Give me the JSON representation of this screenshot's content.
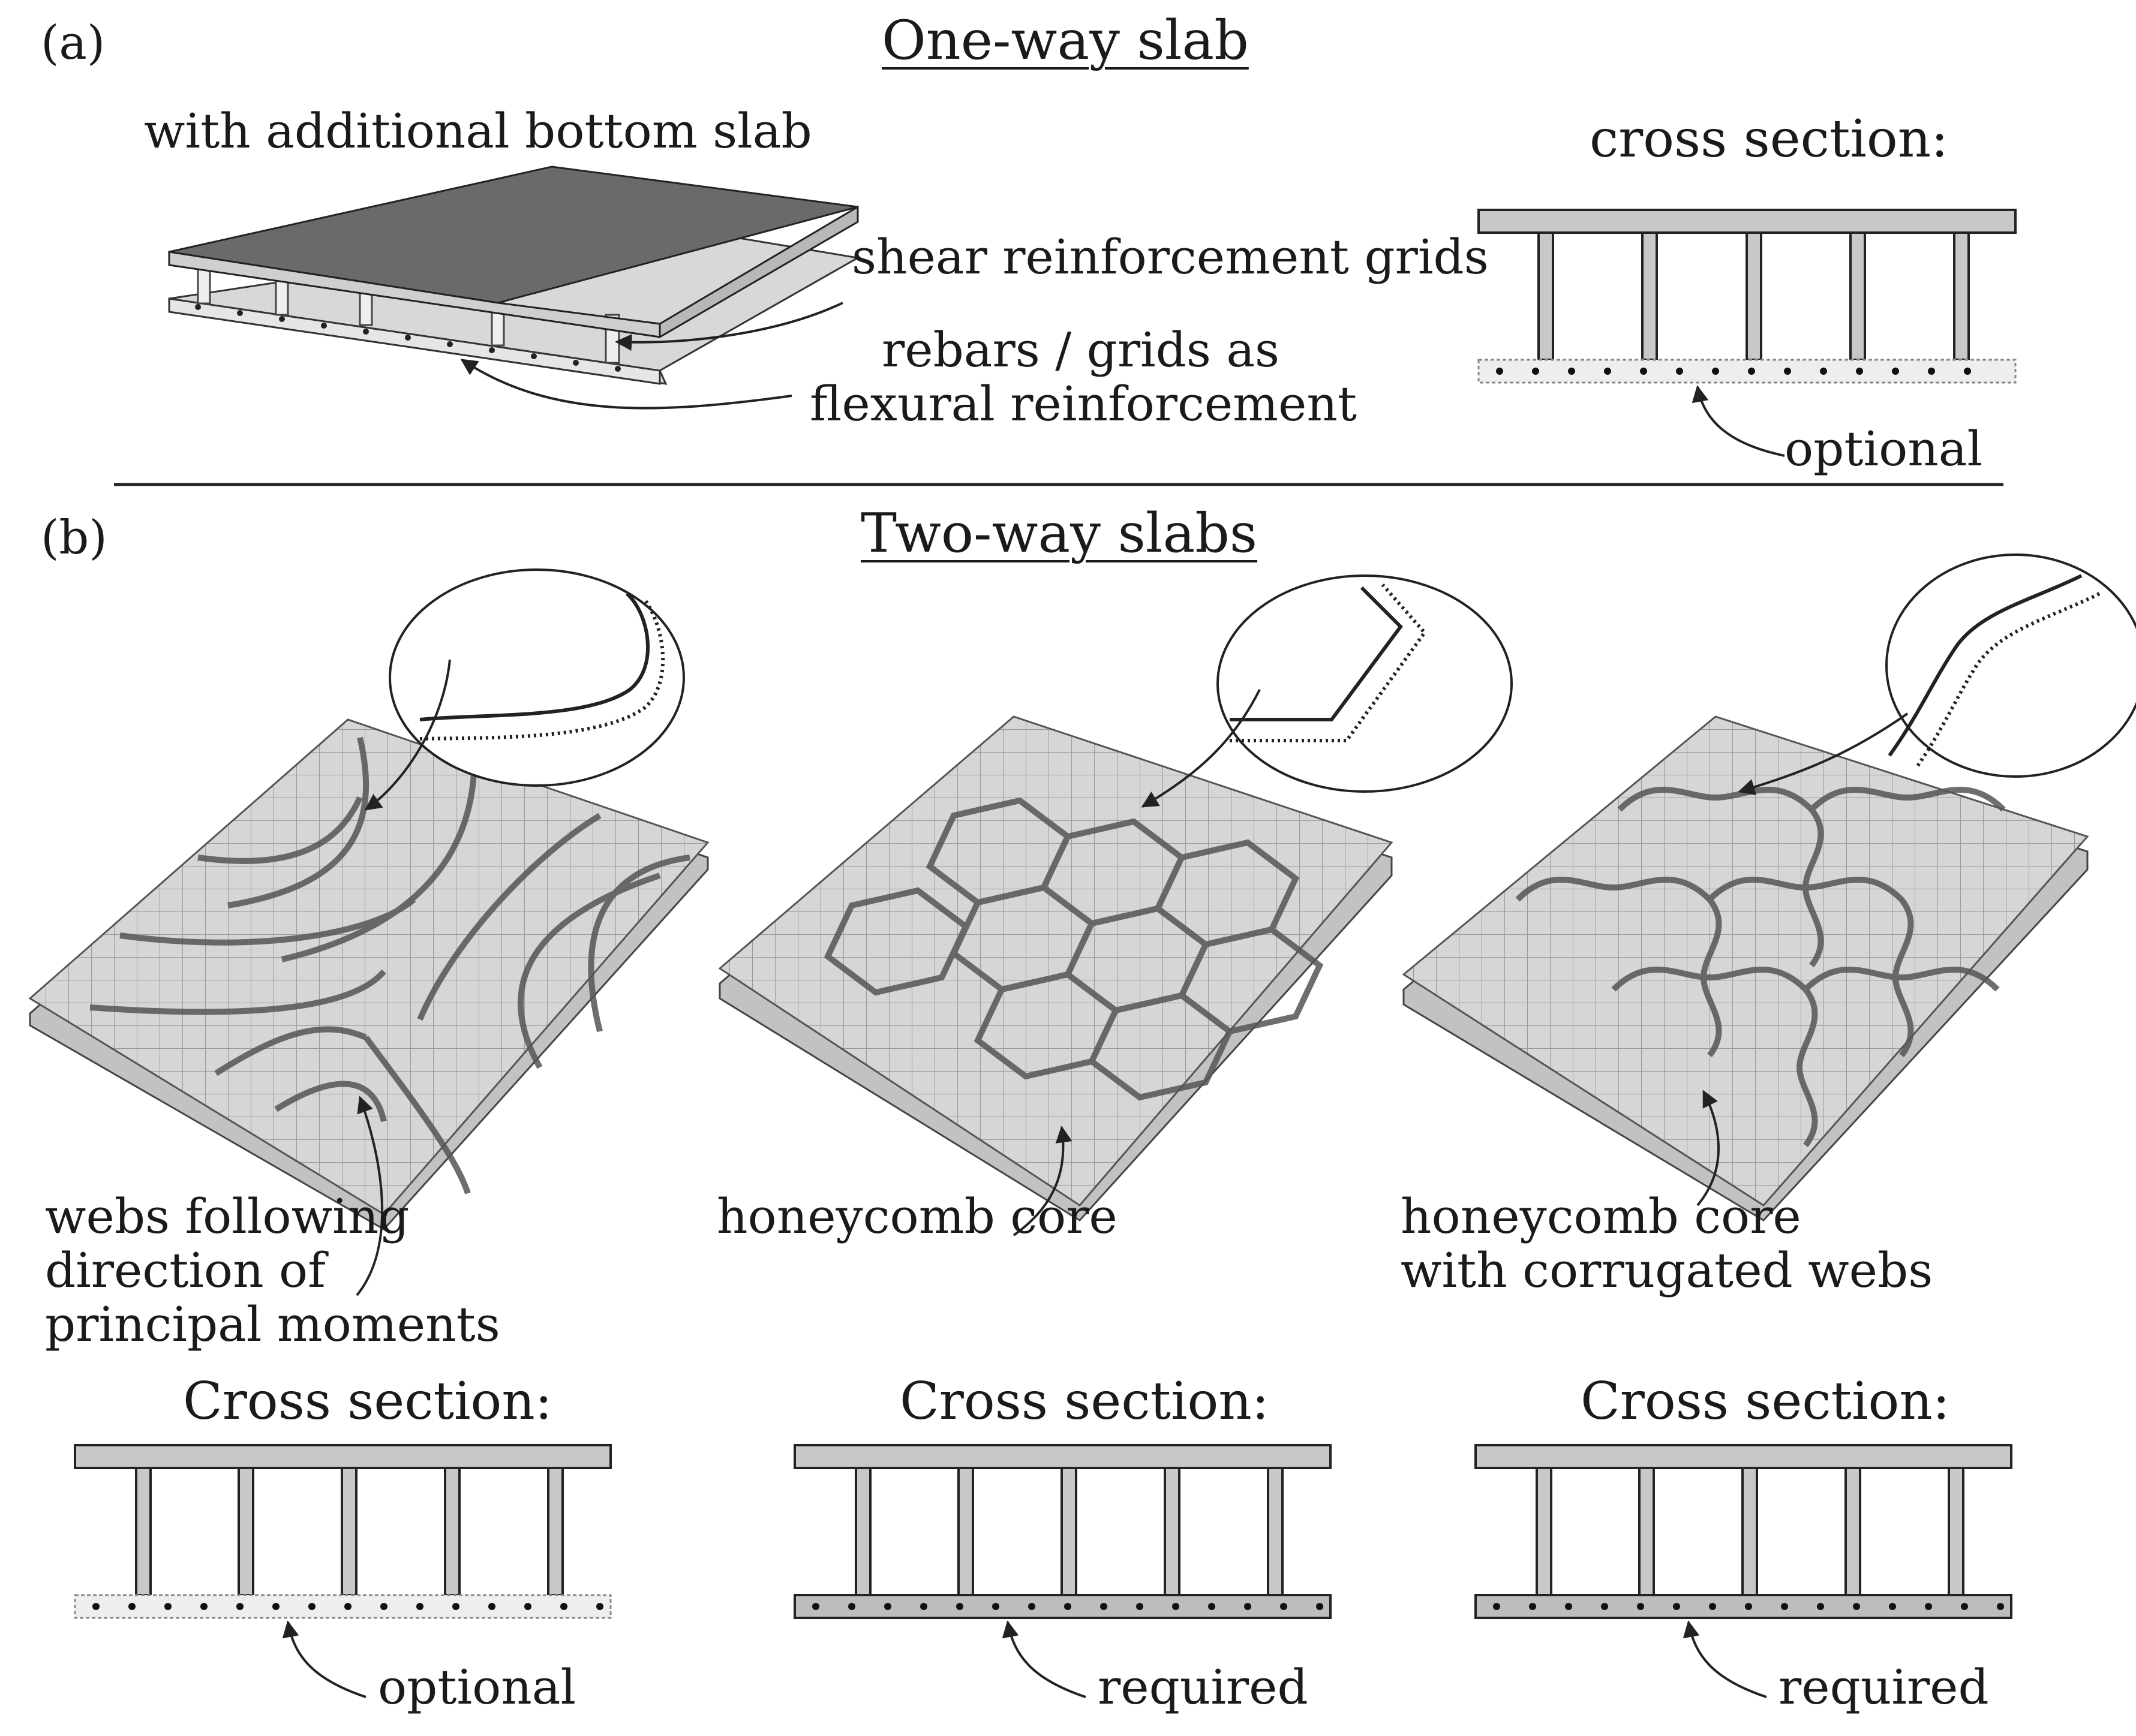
{
  "panel_a": {
    "letter": "(a)",
    "title": "One-way slab",
    "subtitle": "with additional bottom slab",
    "callout_shear": "shear reinforcement grids",
    "callout_rebars_1": "rebars / grids as",
    "callout_rebars_2": "flexural reinforcement",
    "cross_section_label": "cross section:",
    "bottom_note": "optional"
  },
  "panel_b": {
    "letter": "(b)",
    "title": "Two-way slabs",
    "variants": [
      {
        "caption": [
          "webs following",
          "direction of",
          "principal moments"
        ],
        "cross_section_label": "Cross section:",
        "bottom_note": "optional"
      },
      {
        "caption": [
          "honeycomb core"
        ],
        "cross_section_label": "Cross section:",
        "bottom_note": "required"
      },
      {
        "caption": [
          "honeycomb core",
          "with corrugated webs"
        ],
        "cross_section_label": "Cross section:",
        "bottom_note": "required"
      }
    ]
  },
  "colors": {
    "line": "#222222",
    "top_slab": "#c8c8c8",
    "slab_dark": "#6e6e6e",
    "optional_slab": "#eeeeee",
    "required_slab": "#bdbdbd",
    "grid_fill": "#d4d4d4"
  }
}
